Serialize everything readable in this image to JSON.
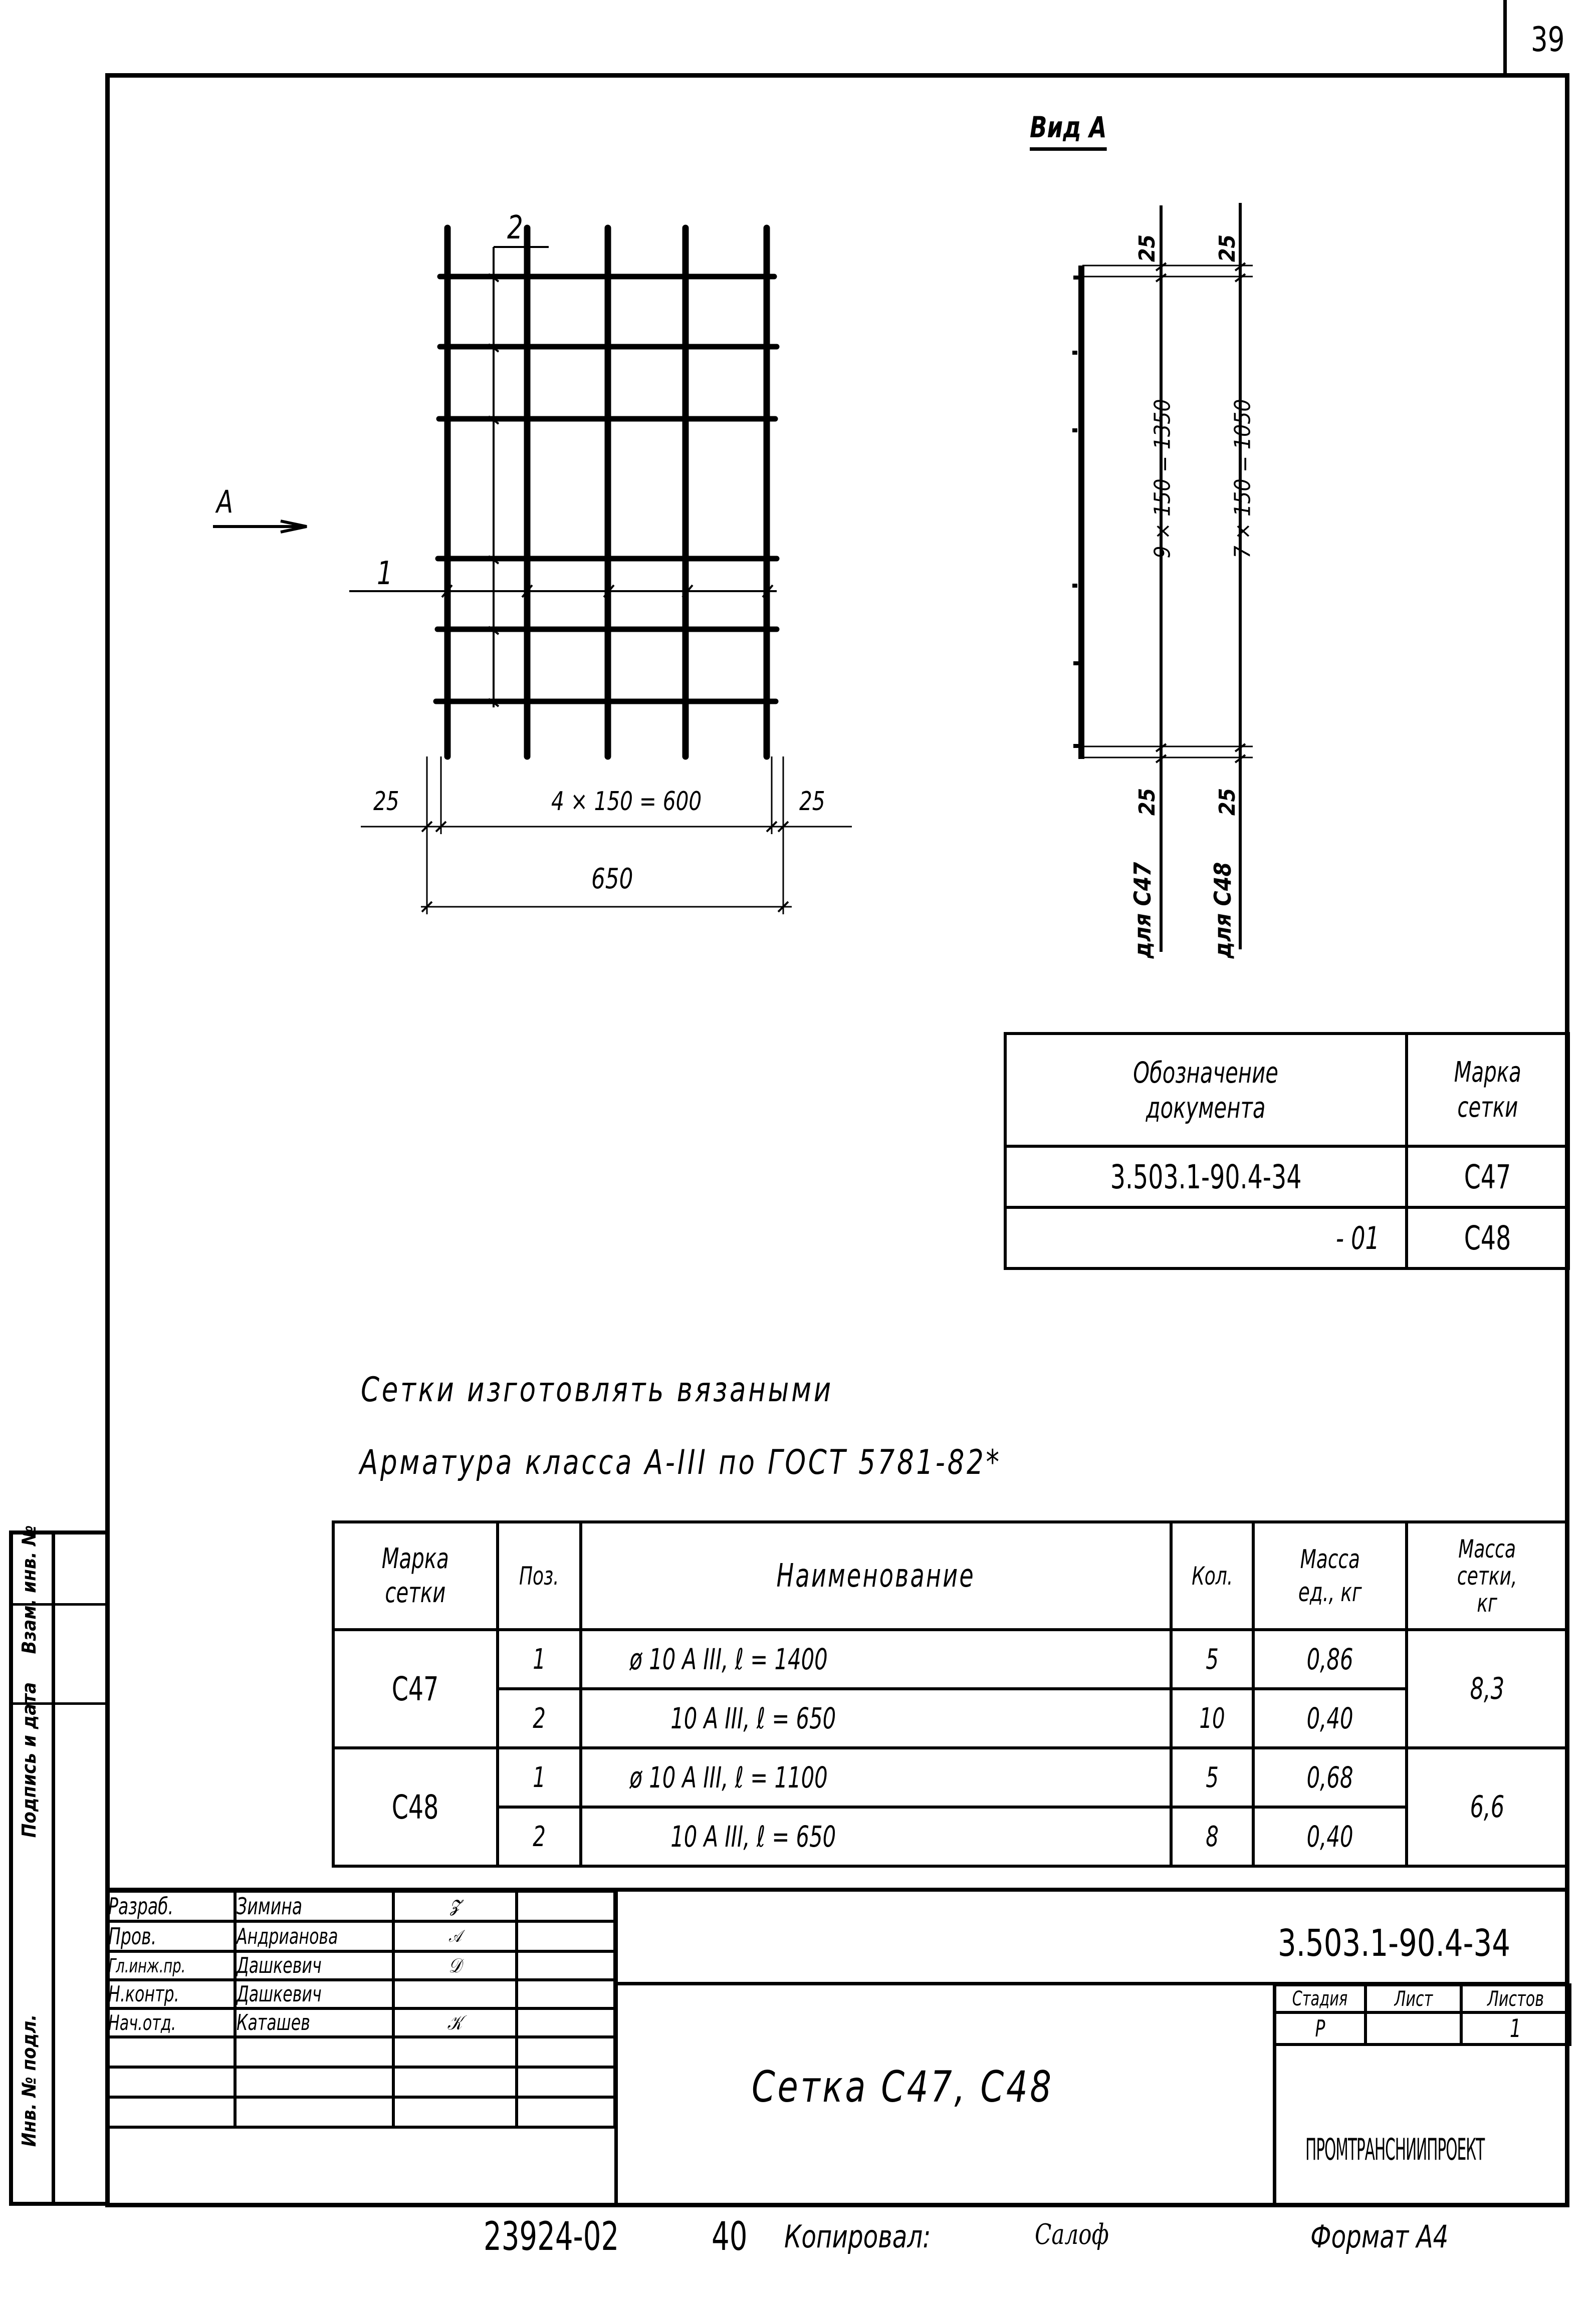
{
  "page_number": "39",
  "view_label": "Вид А",
  "drawing": {
    "section_arrow_label": "А",
    "position_1_label": "1",
    "position_2_label": "2",
    "dim_left": "25",
    "dim_center": "4 × 150 = 600",
    "dim_right": "25",
    "dim_total": "650"
  },
  "side_view": {
    "dim_top_c47": "25",
    "dim_top_c48": "25",
    "dim_span_c47": "9 × 150 = 1350",
    "dim_span_c48": "7 × 150 = 1050",
    "dim_bottom_c47": "25",
    "dim_bottom_c48": "25",
    "label_c47": "для С47",
    "label_c48": "для С48"
  },
  "designation_table": {
    "headers": [
      "Обозначение документа",
      "Марка сетки"
    ],
    "header_doc_line1": "Обозначение",
    "header_doc_line2": "документа",
    "header_mark_line1": "Марка",
    "header_mark_line2": "сетки",
    "rows": [
      {
        "doc": "3.503.1-90.4-34",
        "mark": "С47"
      },
      {
        "doc": "- 01",
        "mark": "С48"
      }
    ]
  },
  "notes": [
    "Сетки изготовлять вязаными",
    "Арматура класса А-III по ГОСТ 5781-82*"
  ],
  "spec_table": {
    "headers": {
      "mark_line1": "Марка",
      "mark_line2": "сетки",
      "pos": "Поз.",
      "name": "Наименование",
      "qty": "Кол.",
      "unit_mass_line1": "Масса",
      "unit_mass_line2": "ед., кг",
      "total_mass_line1": "Масса",
      "total_mass_line2": "сетки,",
      "total_mass_line3": "кг"
    },
    "groups": [
      {
        "mark": "С47",
        "total_mass": "8,3",
        "rows": [
          {
            "pos": "1",
            "name": "ø 10 А III, ℓ = 1400",
            "qty": "5",
            "unit_mass": "0,86"
          },
          {
            "pos": "2",
            "name": "10 А III, ℓ = 650",
            "qty": "10",
            "unit_mass": "0,40"
          }
        ]
      },
      {
        "mark": "С48",
        "total_mass": "6,6",
        "rows": [
          {
            "pos": "1",
            "name": "ø 10 А III, ℓ = 1100",
            "qty": "5",
            "unit_mass": "0,68"
          },
          {
            "pos": "2",
            "name": "10 А III, ℓ = 650",
            "qty": "8",
            "unit_mass": "0,40"
          }
        ]
      }
    ]
  },
  "left_strip": {
    "labels": [
      "Взам. инв. №",
      "Подпись и дата",
      "Инв. № подл."
    ]
  },
  "title_block": {
    "roles": [
      {
        "role": "Разраб.",
        "name": "Зимина"
      },
      {
        "role": "Пров.",
        "name": "Андрианова"
      },
      {
        "role": "Гл.инж.пр.",
        "name": "Дашкевич"
      },
      {
        "role": "Н.контр.",
        "name": "Дашкевич"
      },
      {
        "role": "Нач.отд.",
        "name": "Каташев"
      }
    ],
    "document_code": "3.503.1-90.4-34",
    "title": "Сетка С47, С48",
    "stage_header": "Стадия",
    "sheet_header": "Лист",
    "sheets_header": "Листов",
    "stage_value": "Р",
    "sheet_value": "",
    "sheets_value": "1",
    "organization": "ПРОМТРАНСНИИПРОЕКТ"
  },
  "footer": {
    "inventory": "23924-02",
    "sheet_no": "40",
    "copied_label": "Копировал:",
    "copied_sign": "Салоф",
    "format": "Формат А4"
  }
}
